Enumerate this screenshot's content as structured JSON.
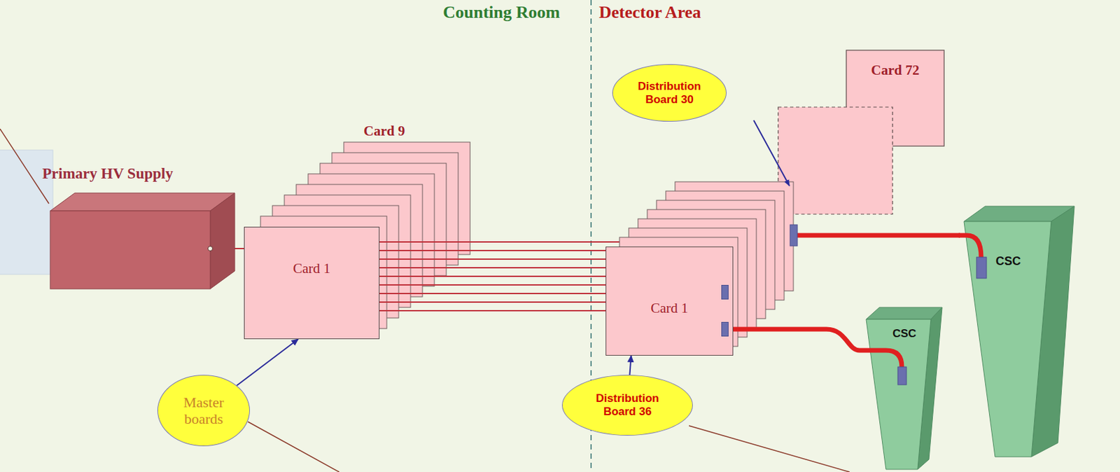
{
  "diagram": {
    "nodes": [
      {
        "text": [
          "Primary HV Supply"
        ]
      },
      {
        "text": [
          "Card 9"
        ]
      },
      {
        "text": [
          "Card 1"
        ]
      },
      {
        "text": [
          "Master boards"
        ]
      },
      {
        "text": [
          "Distribution Board 30"
        ]
      },
      {
        "text": [
          "Card 72"
        ]
      },
      {
        "text": [
          "Card 1"
        ]
      },
      {
        "text": [
          "Distribution Board 36"
        ]
      },
      {
        "text": [
          "CSC"
        ]
      },
      {
        "text": [
          "CSC"
        ]
      }
    ],
    "edges": [
      {
        "from": 0,
        "to": 2,
        "arrow": "none"
      },
      {
        "from": 2,
        "to": 6,
        "arrow": "none"
      },
      {
        "from": 3,
        "to": 2,
        "arrow": "to"
      },
      {
        "from": 7,
        "to": 6,
        "arrow": "to"
      },
      {
        "from": 6,
        "to": 9,
        "arrow": "none"
      }
    ],
    "labels": [
      "Counting Room",
      "Detector Area"
    ]
  }
}
